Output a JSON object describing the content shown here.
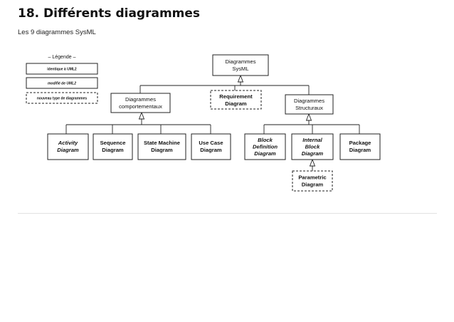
{
  "page": {
    "title": "18. Différents diagrammes",
    "subtitle": "Les 9 diagrammes SysML"
  },
  "legend": {
    "title": "– Légende –",
    "items": [
      {
        "label": "identique à UML2",
        "style": "solid",
        "text_style": "bold"
      },
      {
        "label": "modifié de UML2",
        "style": "solid",
        "text_style": "bold-italic"
      },
      {
        "label": "nouveau type de diagrammes",
        "style": "dashed",
        "text_style": "bold"
      }
    ]
  },
  "diagram": {
    "root": {
      "lines": [
        "Diagrammes",
        "SysML"
      ]
    },
    "behavioral": {
      "lines": [
        "Diagrammes",
        "comportementaux"
      ]
    },
    "requirement": {
      "lines": [
        "Requirement",
        "Diagram"
      ]
    },
    "structural": {
      "lines": [
        "Diagrammes",
        "Structuraux"
      ]
    },
    "activity": {
      "lines": [
        "Activity",
        "Diagram"
      ]
    },
    "sequence": {
      "lines": [
        "Sequence",
        "Diagram"
      ]
    },
    "state_machine": {
      "lines": [
        "State Machine",
        "Diagram"
      ]
    },
    "use_case": {
      "lines": [
        "Use Case",
        "Diagram"
      ]
    },
    "block_definition": {
      "lines": [
        "Block",
        "Definition",
        "Diagram"
      ]
    },
    "internal_block": {
      "lines": [
        "Internal",
        "Block",
        "Diagram"
      ]
    },
    "package": {
      "lines": [
        "Package",
        "Diagram"
      ]
    },
    "parametric": {
      "lines": [
        "Parametric",
        "Diagram"
      ]
    }
  }
}
